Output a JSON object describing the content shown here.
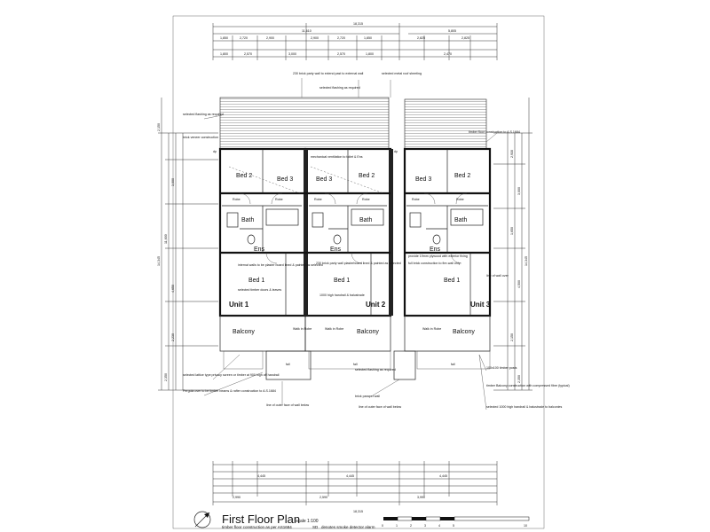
{
  "drawing": {
    "title": "First Floor Plan",
    "scale": "scale 1:100",
    "subtitle_line1": "timber floor construction as per AS1684",
    "legend_smoke": "SD",
    "legend_smoke_text": "denotes smoke detector alarm",
    "scale_bar_ticks": [
      "0",
      "1",
      "2",
      "3",
      "4",
      "5",
      "10"
    ]
  },
  "dimensions": {
    "overall_width": "18,315",
    "left_block": "11,610",
    "right_block": "5,805",
    "top_row_1": [
      "1,850",
      "2,720",
      "2,900",
      "2,900",
      "2,720",
      "1,850",
      "2,825",
      "2,825"
    ],
    "top_row_2": [
      "1,800",
      "2,570",
      "3,000",
      "2,570",
      "1,800",
      "2,470"
    ],
    "bottom_row_1": [
      "4,445",
      "4,445",
      "4,445"
    ],
    "bottom_row_2": [
      "2,990",
      "2,590",
      "3,990"
    ],
    "left_side": [
      "2,150",
      "3,000",
      "11,600",
      "4,650",
      "14,345",
      "2,230",
      "2,350"
    ],
    "right_side": [
      "2,930",
      "3,000",
      "1,650",
      "4,500",
      "14,345",
      "2,150",
      "2,350"
    ]
  },
  "units": [
    {
      "name": "Unit 1",
      "rooms": [
        "Bed 2",
        "Bed 3",
        "Bath",
        "Ens",
        "Bed 1",
        "Balcony",
        "Walk in Robe"
      ],
      "robes": [
        "Robe",
        "Robe",
        "wb"
      ]
    },
    {
      "name": "Unit 2",
      "rooms": [
        "Bed 3",
        "Bed 2",
        "Bath",
        "Ens",
        "Bed 1",
        "Balcony",
        "Walk in Robe"
      ],
      "robes": [
        "Robe",
        "Robe",
        "wb"
      ]
    },
    {
      "name": "Unit 3",
      "rooms": [
        "Bed 3",
        "Bed 2",
        "Bath",
        "Ens",
        "Bed 1",
        "Balcony",
        "Walk in Robe"
      ],
      "robes": [
        "Robe",
        "Robe",
        "wb"
      ]
    }
  ],
  "annotations": {
    "party_wall_top": "230 brick party wall to extend past to external wall",
    "flashing_left": "selected flashing as required",
    "brick_veneer": "brick veneer construction",
    "flashing_center": "selected flashing as required",
    "metal_roof": "selected metal roof sheeting",
    "timber_floor": "timber floor construction to A.S.1684",
    "internal_walls": "internal walls to be plaster board lined & painted as selected",
    "timber_doors": "selected timber doors & leaves",
    "mech_vent_1": "mechanical ventilation to toilet & Ens",
    "party_wall_mid": "230 brick party wall plasterboard lined & painted as selected",
    "handrail": "1000 high handrail & balustrade",
    "full_brick": "full brick construction to fire-wall only",
    "plywood": "provide 19mm plywood with exterior fixing",
    "line_of_wall": "line of wall over",
    "lattice": "selected lattice type privacy screen or timber at 900 high off handrail",
    "pergola": "Pergola over to be timber beams & rafter construction to A.S.1684",
    "flashing_bottom": "selected flashing as required",
    "brick_parapet": "brick parapet wall",
    "outer_face_1": "line of outer face of wall below",
    "outer_face_2": "line of outer face of wall below",
    "timber_posts": "100x100 timber posts",
    "timber_balcony": "timber Balcony construction with compressed fibre (typical)",
    "balustrade": "selected 1000 high handrail & balustrade to balconies",
    "dp": "dp",
    "fall": "fall"
  }
}
